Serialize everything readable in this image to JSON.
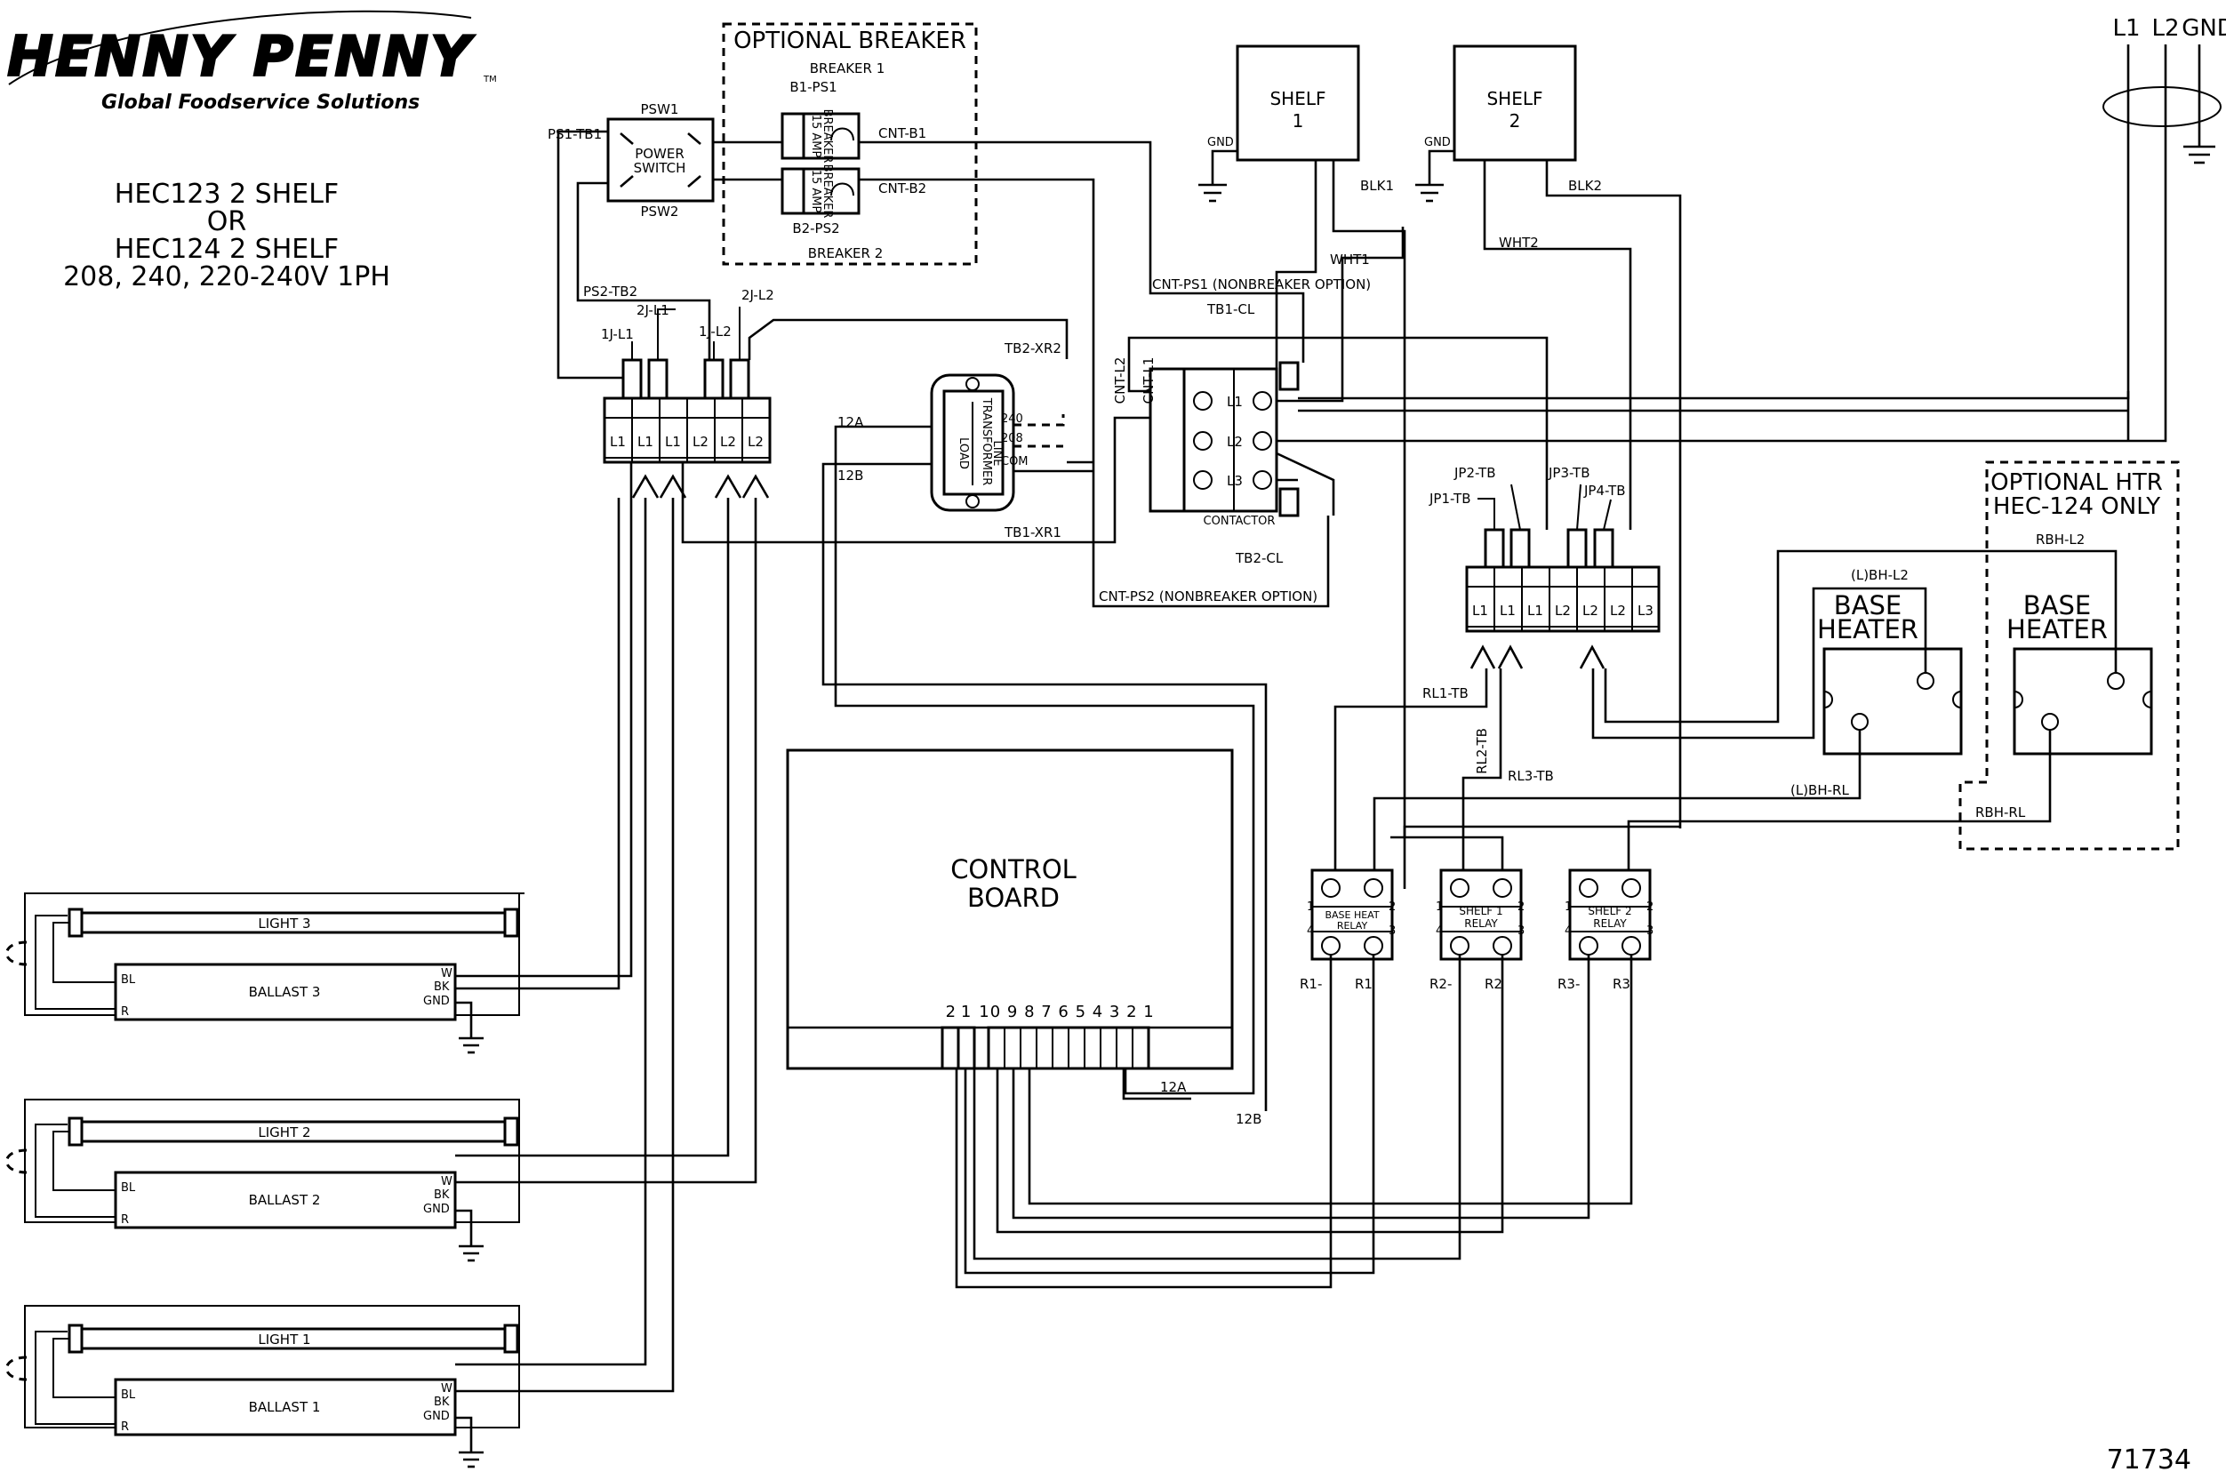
{
  "brand": {
    "name": "HENNY PENNY",
    "tagline": "Global Foodservice Solutions",
    "tm": "TM"
  },
  "title": {
    "line1": "HEC123 2 SHELF",
    "line2": "OR",
    "line3": "HEC124 2 SHELF",
    "line4": "208, 240, 220-240V 1PH"
  },
  "drawing_number": "71734",
  "supply": {
    "l1": "L1",
    "l2": "L2",
    "gnd": "GND"
  },
  "breaker_section": {
    "header": "OPTIONAL BREAKER",
    "breaker1": "BREAKER 1",
    "breaker2": "BREAKER 2",
    "rating_a": "15 AMP",
    "rating_b": "BREAKER",
    "cnt_b1": "CNT-B1",
    "cnt_b2": "CNT-B2",
    "b1_ps1": "B1-PS1",
    "b2_ps2": "B2-PS2"
  },
  "power_switch": {
    "label1": "POWER",
    "label2": "SWITCH",
    "psw1": "PSW1",
    "psw2": "PSW2",
    "ps1_tb1": "PS1-TB1",
    "ps2_tb2": "PS2-TB2"
  },
  "terminal_block_left": {
    "terminals": [
      "L1",
      "L1",
      "L1",
      "L2",
      "L2",
      "L2"
    ],
    "j1_l1": "1J-L1",
    "j2_l1": "2J-L1",
    "j1_l2": "1J-L2",
    "j2_l2": "2J-L2"
  },
  "transformer": {
    "name": "TRANSFORMER",
    "line": "LINE",
    "load": "LOAD",
    "t240": "240",
    "t208": "208",
    "com": "COM",
    "tb2_xr2": "TB2-XR2",
    "tb1_xr1": "TB1-XR1",
    "w12a": "12A",
    "w12b": "12B"
  },
  "contactor": {
    "name": "CONTACTOR",
    "poles": [
      "L1",
      "L2",
      "L3"
    ],
    "cnt_l1": "CNT-L1",
    "cnt_l2": "CNT-L2",
    "cnt_ps1": "CNT-PS1 (NONBREAKER OPTION)",
    "cnt_ps2": "CNT-PS2 (NONBREAKER OPTION)",
    "tb1_cl": "TB1-CL",
    "tb2_cl": "TB2-CL"
  },
  "shelves": [
    {
      "name": "SHELF",
      "num": "1",
      "gnd": "GND",
      "blk": "BLK1",
      "wht": "WHT1"
    },
    {
      "name": "SHELF",
      "num": "2",
      "gnd": "GND",
      "blk": "BLK2",
      "wht": "WHT2"
    }
  ],
  "terminal_block_right": {
    "terminals": [
      "L1",
      "L1",
      "L1",
      "L2",
      "L2",
      "L2",
      "L3"
    ],
    "jp1": "JP1-TB",
    "jp2": "JP2-TB",
    "jp3": "JP3-TB",
    "jp4": "JP4-TB"
  },
  "base_heater": {
    "name1": "BASE",
    "name2": "HEATER",
    "bh_l2": "(L)BH-L2",
    "bh_rl": "(L)BH-RL",
    "rbh_l2": "RBH-L2",
    "rbh_rl": "RBH-RL"
  },
  "optional_htr": {
    "line1": "OPTIONAL HTR",
    "line2": "HEC-124 ONLY"
  },
  "control_board": {
    "line1": "CONTROL",
    "line2": "BOARD",
    "pins_a": "2 1",
    "pins_b": "10 9 8 7 6 5 4 3 2 1",
    "w12a": "12A",
    "w12b": "12B"
  },
  "relays": [
    {
      "line1": "BASE HEAT",
      "line2": "RELAY",
      "neg": "R1-",
      "pos": "R1",
      "wire": "RL1-TB"
    },
    {
      "line1": "SHELF 1",
      "line2": "RELAY",
      "neg": "R2-",
      "pos": "R2",
      "wire": "RL2-TB"
    },
    {
      "line1": "SHELF 2",
      "line2": "RELAY",
      "neg": "R3-",
      "pos": "R3",
      "wire": "RL3-TB"
    }
  ],
  "relay_pins": {
    "p1": "1",
    "p2": "2",
    "p3": "3",
    "p4": "4"
  },
  "lights": [
    {
      "lamp": "LIGHT 3",
      "ballast": "BALLAST 3"
    },
    {
      "lamp": "LIGHT 2",
      "ballast": "BALLAST 2"
    },
    {
      "lamp": "LIGHT 1",
      "ballast": "BALLAST 1"
    }
  ],
  "ballast_terminals": {
    "bl": "BL",
    "r": "R",
    "w": "W",
    "bk": "BK",
    "gnd": "GND"
  }
}
